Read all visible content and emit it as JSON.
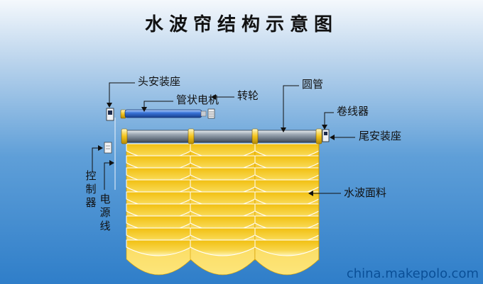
{
  "title": "水波帘结构示意图",
  "labels": {
    "head_mount": "头安装座",
    "tube_motor": "管状电机",
    "turn_wheel": "转轮",
    "round_tube": "圆管",
    "winder": "卷线器",
    "tail_mount": "尾安装座",
    "controller": "控制器",
    "power_cord": "电源线",
    "fabric": "水波面料"
  },
  "watermark": "china.makepolo.com",
  "colors": {
    "fabric": "#f3c51b",
    "fabric_highlight": "#fff6b8",
    "tube": "#7c8896",
    "motor": "#2f62c7"
  }
}
